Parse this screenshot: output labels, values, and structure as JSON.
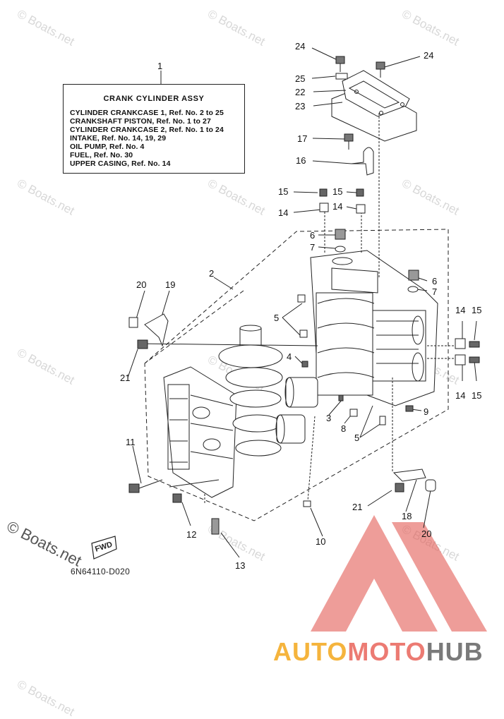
{
  "watermark": "© Boats.net",
  "info_box": {
    "title": "CRANK CYLINDER ASSY",
    "lines": [
      "CYLINDER CRANKCASE 1,  Ref. No. 2 to 25",
      "CRANKSHAFT PISTON,  Ref. No. 1 to 27",
      "CYLINDER CRANKCASE 2,  Ref. No. 1 to 24",
      "INTAKE,  Ref. No. 14, 19, 29",
      "OIL PUMP,  Ref. No. 4",
      "FUEL,  Ref. No. 30",
      "UPPER CASING,  Ref. No. 14"
    ]
  },
  "diagram_code": "6N64110-D020",
  "fwd_label": "FWD",
  "brand": {
    "part1": "AUTO",
    "part2": "MOTO",
    "part3": "HUB"
  },
  "callouts": [
    "1",
    "2",
    "3",
    "4",
    "5",
    "5",
    "6",
    "6",
    "7",
    "7",
    "8",
    "9",
    "10",
    "11",
    "12",
    "13",
    "14",
    "14",
    "14",
    "14",
    "15",
    "15",
    "15",
    "15",
    "16",
    "17",
    "18",
    "19",
    "20",
    "20",
    "21",
    "21",
    "22",
    "23",
    "24",
    "24",
    "25"
  ]
}
